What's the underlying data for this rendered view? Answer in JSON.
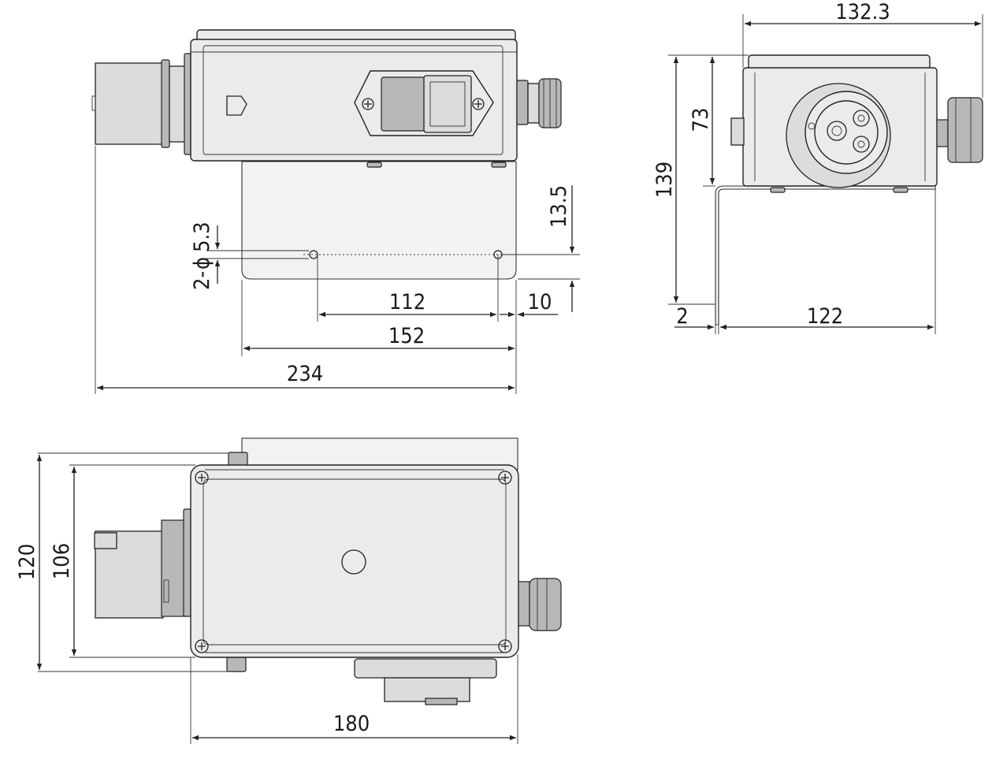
{
  "dimensions": {
    "top_view": {
      "overall_length": "234",
      "plate_length": "152",
      "hole_spacing": "112",
      "hole_edge": "10",
      "hole_height": "13.5",
      "hole_qty": "2-",
      "hole_dia": "5.3"
    },
    "side_view": {
      "width": "132.3",
      "height_total": "139",
      "height_box": "73",
      "plate_thickness": "2",
      "plate_width": "122"
    },
    "front_view": {
      "height_total": "120",
      "height_box": "106",
      "width": "180"
    }
  },
  "colors": {
    "line": "#222222",
    "fill": "#ebebeb"
  }
}
